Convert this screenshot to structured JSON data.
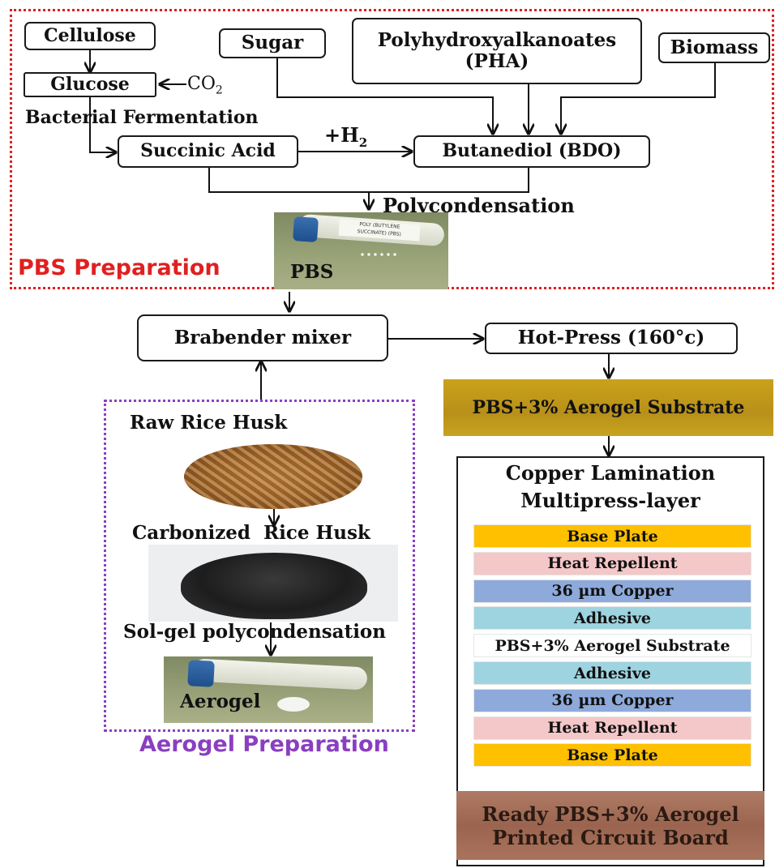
{
  "pbs_section": {
    "title": "PBS Preparation",
    "cellulose": "Cellulose",
    "glucose": "Glucose",
    "co2_main": "CO",
    "co2_sub": "2",
    "bacterial_fermentation": "Bacterial Fermentation",
    "succinic_acid": "Succinic Acid",
    "h2_main": "+H",
    "h2_sub": "2",
    "butanediol": "Butanediol (BDO)",
    "sugar": "Sugar",
    "pha_line1": "Polyhydroxyalkanoates",
    "pha_line2": "(PHA)",
    "biomass": "Biomass",
    "polycondensation": "Polycondensation",
    "pbs_label": "PBS",
    "tube_label_line1": "POLY (BUTYLENE",
    "tube_label_line2": "SUCCINATE) (PBS)"
  },
  "middle": {
    "brabender_mixer": "Brabender mixer",
    "hot_press": "Hot-Press (160°c)",
    "substrate_banner": "PBS+3% Aerogel Substrate"
  },
  "aerogel_section": {
    "title": "Aerogel Preparation",
    "raw_rice_husk": "Raw Rice Husk",
    "carbonized_rice_husk": "Carbonized  Rice Husk",
    "sol_gel": "Sol-gel polycondensation",
    "aerogel_label": "Aerogel"
  },
  "lamination": {
    "title_line1": "Copper Lamination",
    "title_line2": "Multipress-layer",
    "layers": [
      {
        "label": "Base Plate",
        "color": "#ffc000"
      },
      {
        "label": "Heat Repellent",
        "color": "#f4c7c8"
      },
      {
        "label": "36 µm Copper",
        "color": "#8eaadb"
      },
      {
        "label": "Adhesive",
        "color": "#9ed3e0"
      },
      {
        "label": "PBS+3% Aerogel Substrate",
        "color": "#ffffff"
      },
      {
        "label": "Adhesive",
        "color": "#9ed3e0"
      },
      {
        "label": "36 µm Copper",
        "color": "#8eaadb"
      },
      {
        "label": "Heat Repellent",
        "color": "#f4c7c8"
      },
      {
        "label": "Base Plate",
        "color": "#ffc000"
      }
    ],
    "final_line1": "Ready PBS+3% Aerogel",
    "final_line2": "Printed Circuit Board"
  },
  "colors": {
    "pbs_border": "#e02020",
    "aerogel_border": "#8a3fc0",
    "substrate_banner": "#c9a21a",
    "final_board": "#a4705c"
  }
}
